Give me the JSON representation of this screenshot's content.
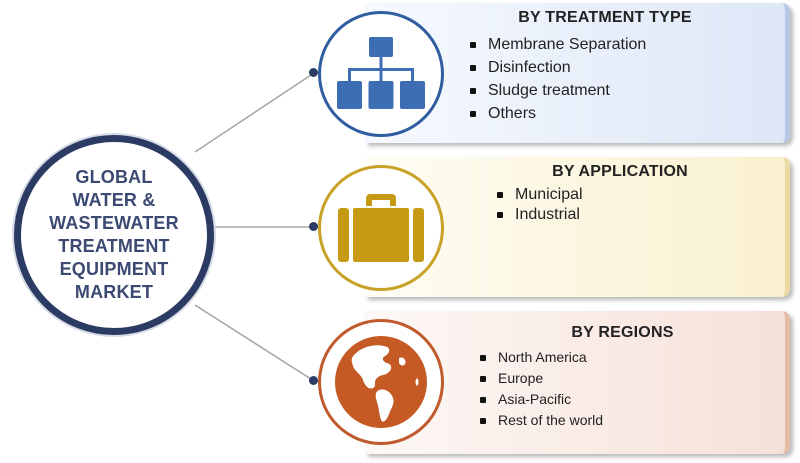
{
  "main": {
    "title_lines": [
      "GLOBAL",
      "WATER &",
      "WASTEWATER",
      "TREATMENT",
      "EQUIPMENT",
      "MARKET"
    ]
  },
  "segments": [
    {
      "title": "BY TREATMENT TYPE",
      "items": [
        "Membrane Separation",
        "Disinfection",
        "Sludge treatment",
        "Others"
      ],
      "icon": "hierarchy-icon",
      "color": "#3d6eb4"
    },
    {
      "title": "BY APPLICATION",
      "items": [
        "Municipal",
        "Industrial"
      ],
      "icon": "briefcase-icon",
      "color": "#c79a15"
    },
    {
      "title": "BY REGIONS",
      "items": [
        "North America",
        "Europe",
        "Asia-Pacific",
        "Rest of the world"
      ],
      "icon": "globe-icon",
      "color": "#c55a24"
    }
  ],
  "colors": {
    "main_border": "#2b3b63",
    "main_text": "#3c4a73",
    "connector": "#a7a7a7",
    "dot": "#2b3b63"
  }
}
